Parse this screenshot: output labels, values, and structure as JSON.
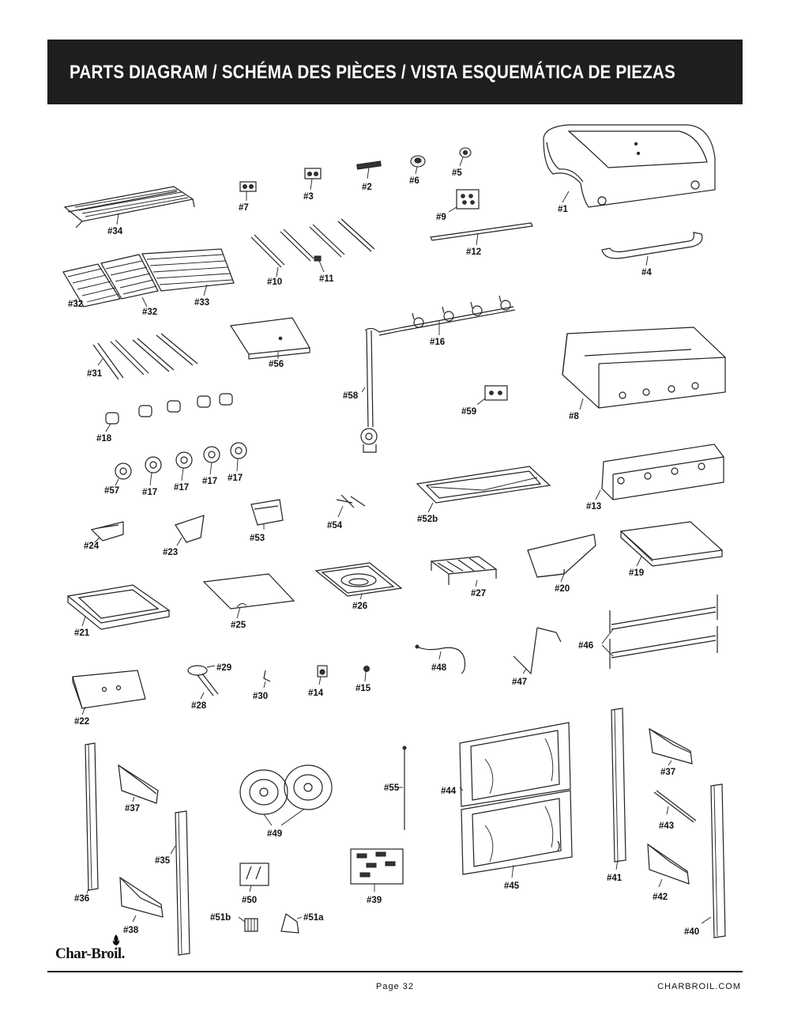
{
  "header": {
    "title": "PARTS DIAGRAM / SCHÉMA DES PIÈCES / VISTA ESQUEMÁTICA DE PIEZAS"
  },
  "footer": {
    "page": "Page 32",
    "website": "CHARBROIL.COM",
    "logo_text": "Char-Broil."
  },
  "parts": [
    {
      "id": "p1",
      "label": "#1"
    },
    {
      "id": "p2",
      "label": "#2"
    },
    {
      "id": "p3",
      "label": "#3"
    },
    {
      "id": "p4",
      "label": "#4"
    },
    {
      "id": "p5",
      "label": "#5"
    },
    {
      "id": "p6",
      "label": "#6"
    },
    {
      "id": "p7",
      "label": "#7"
    },
    {
      "id": "p8",
      "label": "#8"
    },
    {
      "id": "p9",
      "label": "#9"
    },
    {
      "id": "p10",
      "label": "#10"
    },
    {
      "id": "p11",
      "label": "#11"
    },
    {
      "id": "p12",
      "label": "#12"
    },
    {
      "id": "p13",
      "label": "#13"
    },
    {
      "id": "p14",
      "label": "#14"
    },
    {
      "id": "p15",
      "label": "#15"
    },
    {
      "id": "p16",
      "label": "#16"
    },
    {
      "id": "p17a",
      "label": "#17"
    },
    {
      "id": "p17b",
      "label": "#17"
    },
    {
      "id": "p17c",
      "label": "#17"
    },
    {
      "id": "p17d",
      "label": "#17"
    },
    {
      "id": "p18",
      "label": "#18"
    },
    {
      "id": "p19",
      "label": "#19"
    },
    {
      "id": "p20",
      "label": "#20"
    },
    {
      "id": "p21",
      "label": "#21"
    },
    {
      "id": "p22",
      "label": "#22"
    },
    {
      "id": "p23",
      "label": "#23"
    },
    {
      "id": "p24",
      "label": "#24"
    },
    {
      "id": "p25",
      "label": "#25"
    },
    {
      "id": "p26",
      "label": "#26"
    },
    {
      "id": "p27",
      "label": "#27"
    },
    {
      "id": "p28",
      "label": "#28"
    },
    {
      "id": "p29",
      "label": "#29"
    },
    {
      "id": "p30",
      "label": "#30"
    },
    {
      "id": "p31",
      "label": "#31"
    },
    {
      "id": "p32a",
      "label": "#32"
    },
    {
      "id": "p32b",
      "label": "#32"
    },
    {
      "id": "p33",
      "label": "#33"
    },
    {
      "id": "p34",
      "label": "#34"
    },
    {
      "id": "p35",
      "label": "#35"
    },
    {
      "id": "p36",
      "label": "#36"
    },
    {
      "id": "p37a",
      "label": "#37"
    },
    {
      "id": "p37b",
      "label": "#37"
    },
    {
      "id": "p38",
      "label": "#38"
    },
    {
      "id": "p39",
      "label": "#39"
    },
    {
      "id": "p40",
      "label": "#40"
    },
    {
      "id": "p41",
      "label": "#41"
    },
    {
      "id": "p42",
      "label": "#42"
    },
    {
      "id": "p43",
      "label": "#43"
    },
    {
      "id": "p44",
      "label": "#44"
    },
    {
      "id": "p45",
      "label": "#45"
    },
    {
      "id": "p46",
      "label": "#46"
    },
    {
      "id": "p47",
      "label": "#47"
    },
    {
      "id": "p48",
      "label": "#48"
    },
    {
      "id": "p49",
      "label": "#49"
    },
    {
      "id": "p50",
      "label": "#50"
    },
    {
      "id": "p51a",
      "label": "#51a"
    },
    {
      "id": "p51b",
      "label": "#51b"
    },
    {
      "id": "p52b",
      "label": "#52b"
    },
    {
      "id": "p53",
      "label": "#53"
    },
    {
      "id": "p54",
      "label": "#54"
    },
    {
      "id": "p55",
      "label": "#55"
    },
    {
      "id": "p56",
      "label": "#56"
    },
    {
      "id": "p57",
      "label": "#57"
    },
    {
      "id": "p58",
      "label": "#58"
    },
    {
      "id": "p59",
      "label": "#59"
    }
  ]
}
